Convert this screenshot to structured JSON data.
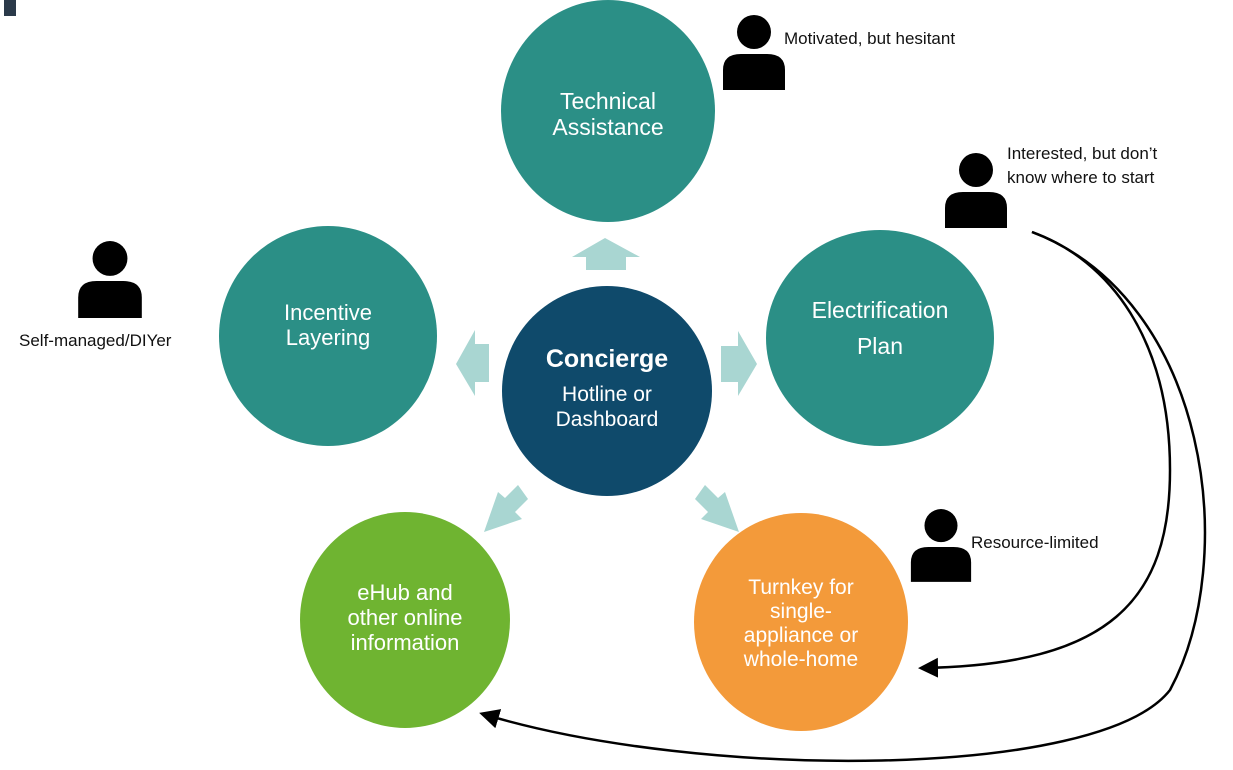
{
  "center": {
    "title": "Concierge",
    "subtitle": "Hotline or\nDashboard"
  },
  "nodes": {
    "technical": "Technical\nAssistance",
    "electrification_line1": "Electrification",
    "electrification_line2": "Plan",
    "turnkey": "Turnkey for\nsingle-\nappliance or\nwhole-home",
    "ehub": "eHub and\nother online\ninformation",
    "incentive": "Incentive\nLayering"
  },
  "personas": {
    "motivated": "Motivated, but hesitant",
    "interested": "Interested, but don’t\nknow where to start",
    "resource": "Resource-limited",
    "self_managed": "Self-managed/DIYer"
  },
  "icons": {
    "person": "person-silhouette-icon",
    "arrow": "block-arrow-icon"
  },
  "colors": {
    "teal": "#2b8f86",
    "navy": "#0f4a6b",
    "green": "#6fb431",
    "orange": "#f39a3a",
    "arrow": "#a9d6d2"
  }
}
